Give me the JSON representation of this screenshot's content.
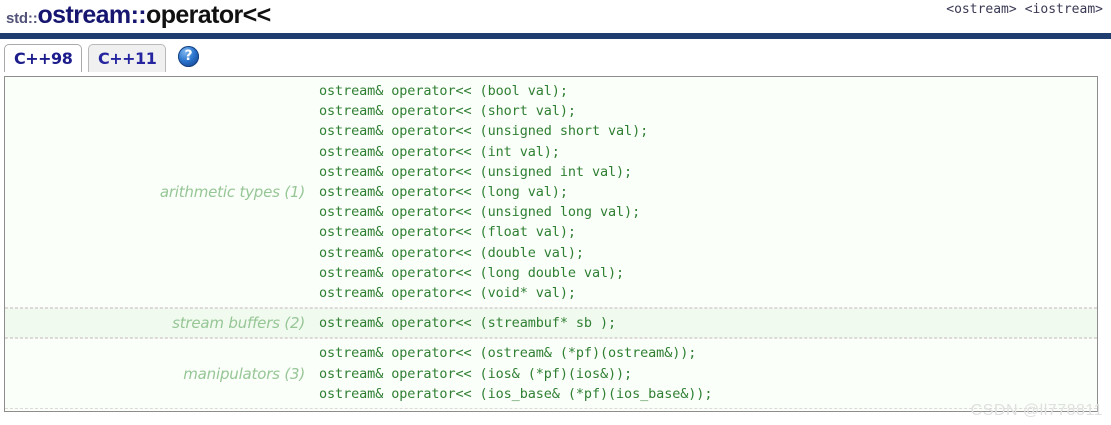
{
  "header": {
    "namespace": "std::",
    "class_name": "ostream",
    "separator": "::",
    "member_name": "operator<<",
    "include_headers": [
      "<ostream>",
      "<iostream>"
    ]
  },
  "tabs": [
    {
      "label": "C++98",
      "active": true
    },
    {
      "label": "C++11",
      "active": false
    }
  ],
  "help": {
    "icon": "question-mark-icon",
    "label": "?"
  },
  "groups": [
    {
      "label": "arithmetic types (1)",
      "shaded": false,
      "signatures": [
        "ostream& operator<< (bool val);",
        "ostream& operator<< (short val);",
        "ostream& operator<< (unsigned short val);",
        "ostream& operator<< (int val);",
        "ostream& operator<< (unsigned int val);",
        "ostream& operator<< (long val);",
        "ostream& operator<< (unsigned long val);",
        "ostream& operator<< (float val);",
        "ostream& operator<< (double val);",
        "ostream& operator<< (long double val);",
        "ostream& operator<< (void* val);"
      ]
    },
    {
      "label": "stream buffers (2)",
      "shaded": true,
      "signatures": [
        "ostream& operator<< (streambuf* sb );"
      ]
    },
    {
      "label": "manipulators (3)",
      "shaded": false,
      "signatures": [
        "ostream& operator<< (ostream& (*pf)(ostream&));",
        "ostream& operator<< (ios& (*pf)(ios&));",
        "ostream& operator<< (ios_base& (*pf)(ios_base&));"
      ]
    }
  ],
  "watermark": "CSDN @ll778811",
  "colors": {
    "rule": "#1f3d6e",
    "code_green": "#2f7f33",
    "label_green": "#96c696",
    "title_navy": "#161670",
    "tab_text": "#1c1c8c"
  }
}
